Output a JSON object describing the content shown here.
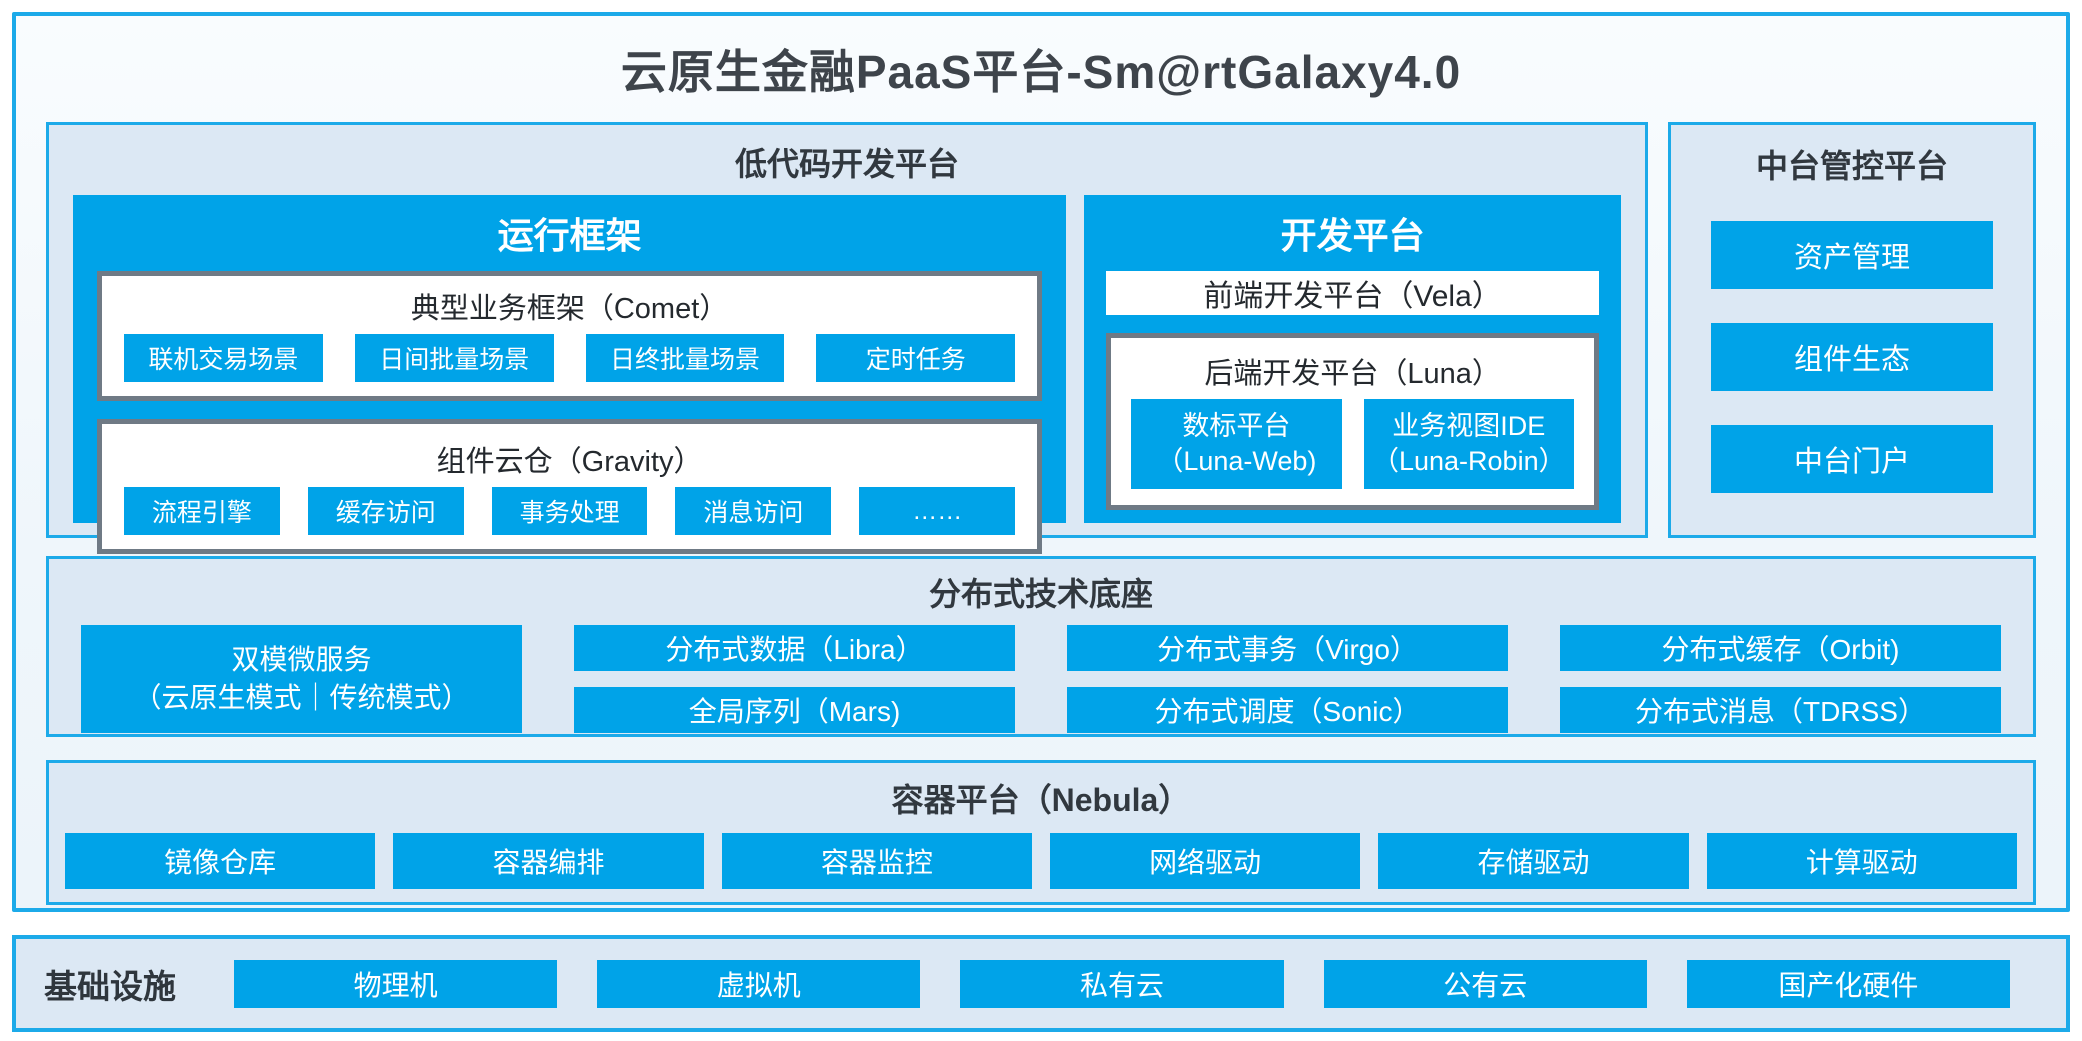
{
  "title": "云原生金融PaaS平台-Sm@rtGalaxy4.0",
  "colors": {
    "accent_cyan": "#00a3e8",
    "panel_border_cyan": "#1caae9",
    "panel_background": "#dce8f4",
    "inner_box_border_gray": "#6f7a85"
  },
  "low_code_platform": {
    "title": "低代码开发平台",
    "runtime_framework": {
      "title": "运行框架",
      "comet": {
        "title": "典型业务框架（Comet）",
        "items": [
          "联机交易场景",
          "日间批量场景",
          "日终批量场景",
          "定时任务"
        ]
      },
      "gravity": {
        "title": "组件云仓（Gravity）",
        "items": [
          "流程引擎",
          "缓存访问",
          "事务处理",
          "消息访问",
          "……"
        ]
      }
    },
    "dev_platform": {
      "title": "开发平台",
      "vela": "前端开发平台（Vela）",
      "luna": {
        "title": "后端开发平台（Luna）",
        "items": [
          {
            "line1": "数标平台",
            "line2": "（Luna-Web)"
          },
          {
            "line1": "业务视图IDE",
            "line2": "（Luna-Robin）"
          }
        ]
      }
    }
  },
  "mid_platform": {
    "title": "中台管控平台",
    "items": [
      "资产管理",
      "组件生态",
      "中台门户"
    ]
  },
  "distributed_base": {
    "title": "分布式技术底座",
    "dual_mode": {
      "line1": "双模微服务",
      "line2": "（云原生模式｜传统模式）"
    },
    "grid": [
      "分布式数据（Libra）",
      "分布式事务（Virgo）",
      "分布式缓存（Orbit)",
      "全局序列（Mars)",
      "分布式调度（Sonic）",
      "分布式消息（TDRSS）"
    ]
  },
  "container_platform": {
    "title": "容器平台（Nebula）",
    "items": [
      "镜像仓库",
      "容器编排",
      "容器监控",
      "网络驱动",
      "存储驱动",
      "计算驱动"
    ]
  },
  "infrastructure": {
    "title": "基础设施",
    "items": [
      "物理机",
      "虚拟机",
      "私有云",
      "公有云",
      "国产化硬件"
    ]
  }
}
